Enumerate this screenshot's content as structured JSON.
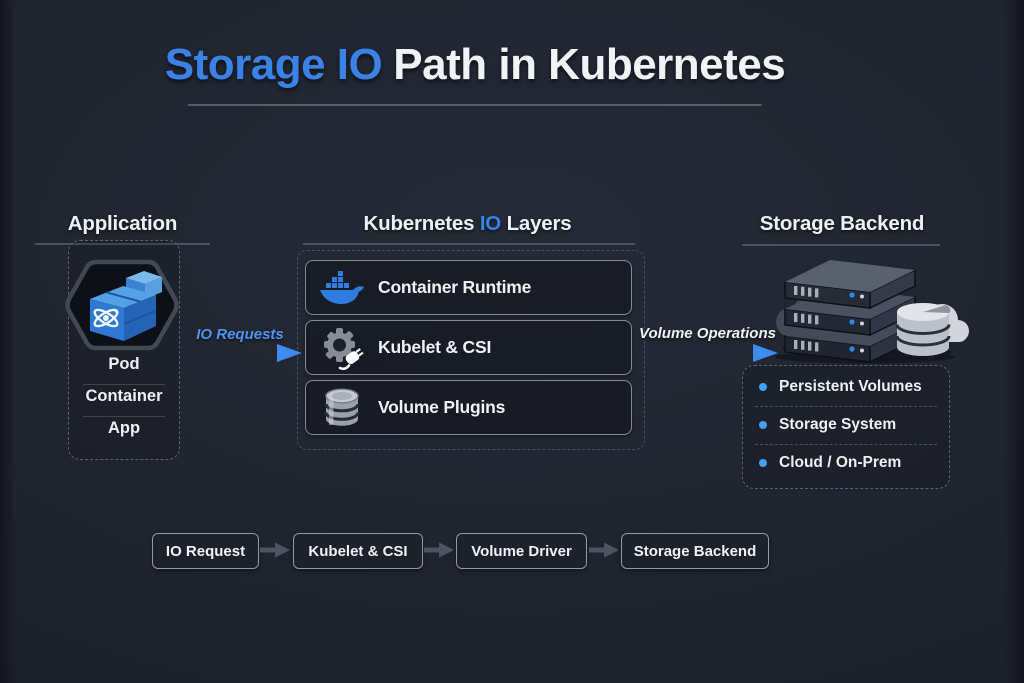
{
  "title": {
    "highlight": "Storage IO",
    "rest": "Path in Kubernetes"
  },
  "columns": {
    "application": {
      "header": "Application",
      "icon": "pod-icon",
      "items": [
        "Pod",
        "Container",
        "App"
      ]
    },
    "kubernetes": {
      "header_pre": "Kubernetes",
      "header_accent": "IO",
      "header_post": "Layers",
      "layers": [
        {
          "label": "Container Runtime",
          "icon": "docker-whale-icon"
        },
        {
          "label": "Kubelet & CSI",
          "icon": "gear-plug-icon"
        },
        {
          "label": "Volume Plugins",
          "icon": "disk-stack-icon"
        }
      ]
    },
    "storage": {
      "header": "Storage Backend",
      "icon": "server-stack-icon",
      "items": [
        "Persistent Volumes",
        "Storage System",
        "Cloud / On-Prem"
      ]
    }
  },
  "arrows": {
    "io_requests": "IO Requests",
    "volume_operations": "Volume Operations"
  },
  "flow": {
    "steps": [
      "IO Request",
      "Kubelet & CSI",
      "Volume Driver",
      "Storage Backend"
    ]
  },
  "colors": {
    "background": "#1f232e",
    "accent_blue": "#3b82e6",
    "arrow_blue": "#3b8bf0",
    "bullet_blue": "#41a0f5",
    "text_white": "#f2f3f5",
    "box_border": "#828a99",
    "dashed_border": "#5a6170",
    "flow_arrow_gray": "#4d5461",
    "docker_blue": "#2e7ce0"
  }
}
